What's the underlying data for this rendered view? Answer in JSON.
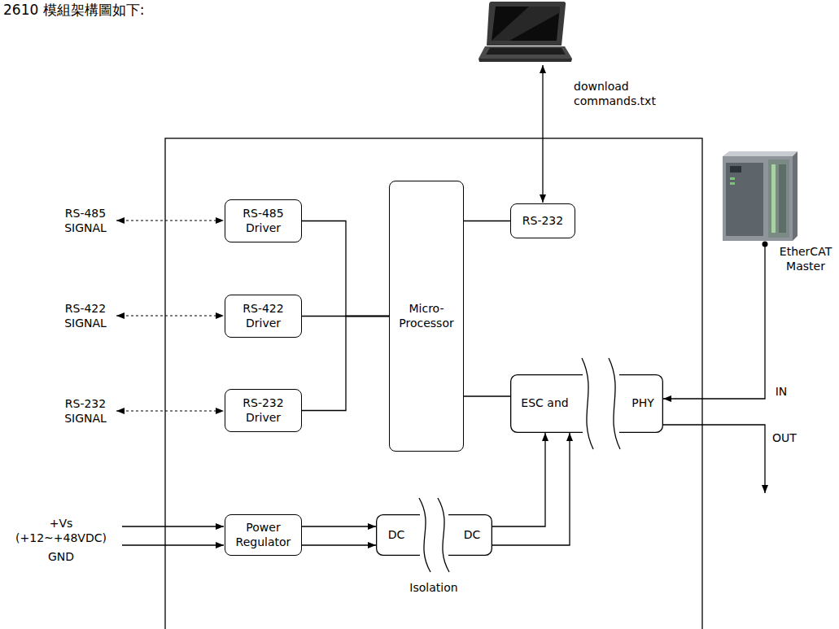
{
  "diagram": {
    "nodes": [
      {
        "text": [
          "RS-485 Driver"
        ]
      },
      {
        "text": [
          "Micro-Processor"
        ]
      },
      {
        "text": [
          "RS-232"
        ]
      },
      {
        "text": [
          "RS-422 Driver"
        ]
      },
      {
        "text": [
          "RS-232 Driver"
        ]
      },
      {
        "text": [
          "ESC and",
          "PHY"
        ]
      },
      {
        "text": [
          "Power Regulator"
        ]
      },
      {
        "text": [
          "DC",
          "DC"
        ]
      }
    ],
    "edges": [
      {
        "from": 0,
        "to": 1,
        "arrow": "none"
      },
      {
        "from": 3,
        "to": 1,
        "arrow": "none"
      },
      {
        "from": 4,
        "to": 1,
        "arrow": "none"
      },
      {
        "from": 1,
        "to": 2,
        "arrow": "none"
      },
      {
        "from": 1,
        "to": 5,
        "arrow": "none"
      },
      {
        "from": 6,
        "to": 7,
        "arrow": "to"
      },
      {
        "from": 6,
        "to": 7,
        "arrow": "to"
      },
      {
        "from": 7,
        "to": 5,
        "arrow": "to"
      },
      {
        "from": 7,
        "to": 5,
        "arrow": "to"
      }
    ],
    "labels": [
      "2610 模組架構圖如下:",
      "download commands.txt",
      "RS-485 SIGNAL",
      "RS-422 SIGNAL",
      "RS-232 SIGNAL",
      "+Vs (+12~+48VDC)",
      "GND",
      "Isolation",
      "EtherCAT Master",
      "IN",
      "OUT"
    ]
  }
}
